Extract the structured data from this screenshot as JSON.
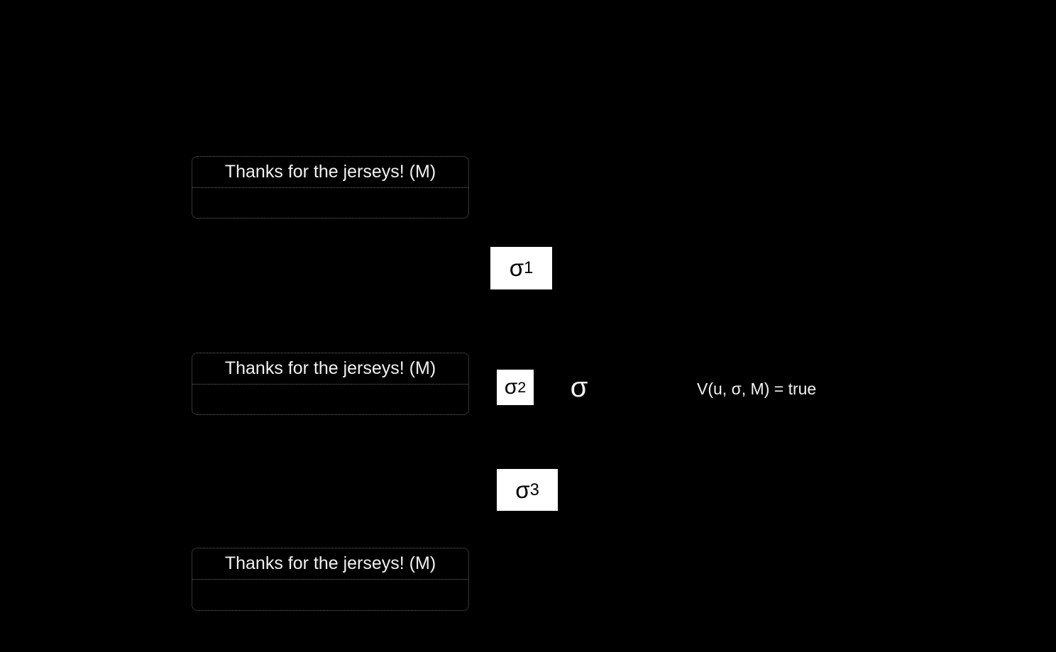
{
  "slide": {
    "background": "#000000"
  },
  "messages": [
    {
      "text": "Thanks for the jerseys! (M)"
    },
    {
      "text": "Thanks for the jerseys! (M)"
    },
    {
      "text": "Thanks for the jerseys! (M)"
    }
  ],
  "signatures": [
    {
      "base": "σ",
      "sub": "1"
    },
    {
      "base": "σ",
      "sub": "2"
    },
    {
      "base": "σ",
      "sub": "3"
    }
  ],
  "aggregate_sigma": "σ",
  "verification": {
    "equation": "V(u, σ, M) = true"
  },
  "colors": {
    "background": "#000000",
    "box_border": "#6b6b6b",
    "message_text": "#f2f2f2",
    "signature_box_bg": "#ffffff",
    "signature_text": "#000000",
    "white_text": "#f2f2f2"
  }
}
